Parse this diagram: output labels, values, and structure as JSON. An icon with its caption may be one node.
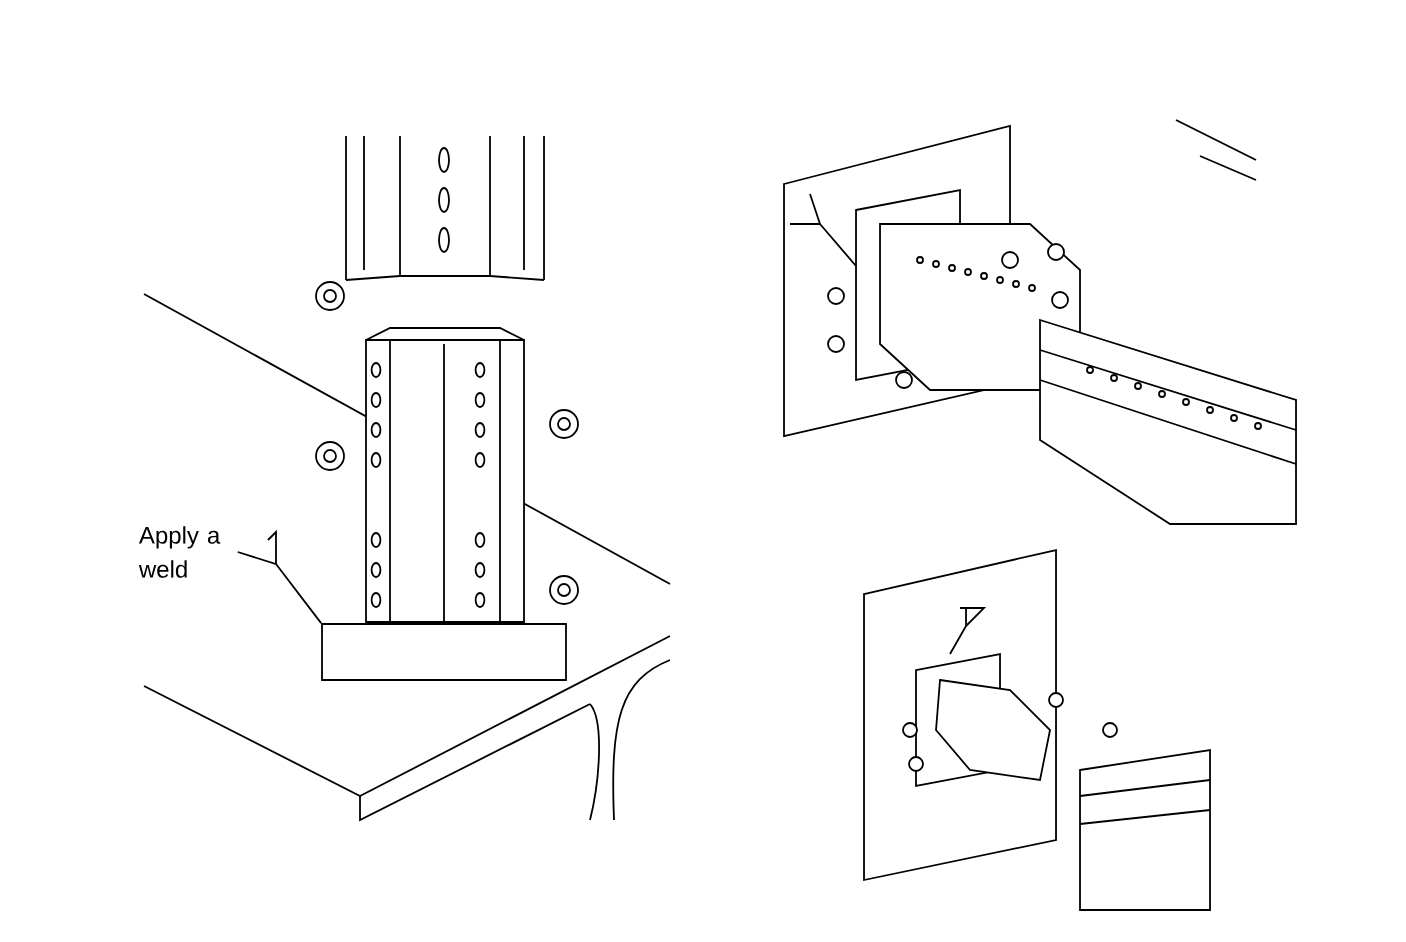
{
  "diagram": {
    "nodes": [
      {
        "text": [
          "Apply a weld"
        ]
      },
      {
        "text": [],
        "shape": "box"
      }
    ],
    "edges": [
      {
        "from": 0,
        "to": 1,
        "arrow": "none"
      }
    ]
  }
}
